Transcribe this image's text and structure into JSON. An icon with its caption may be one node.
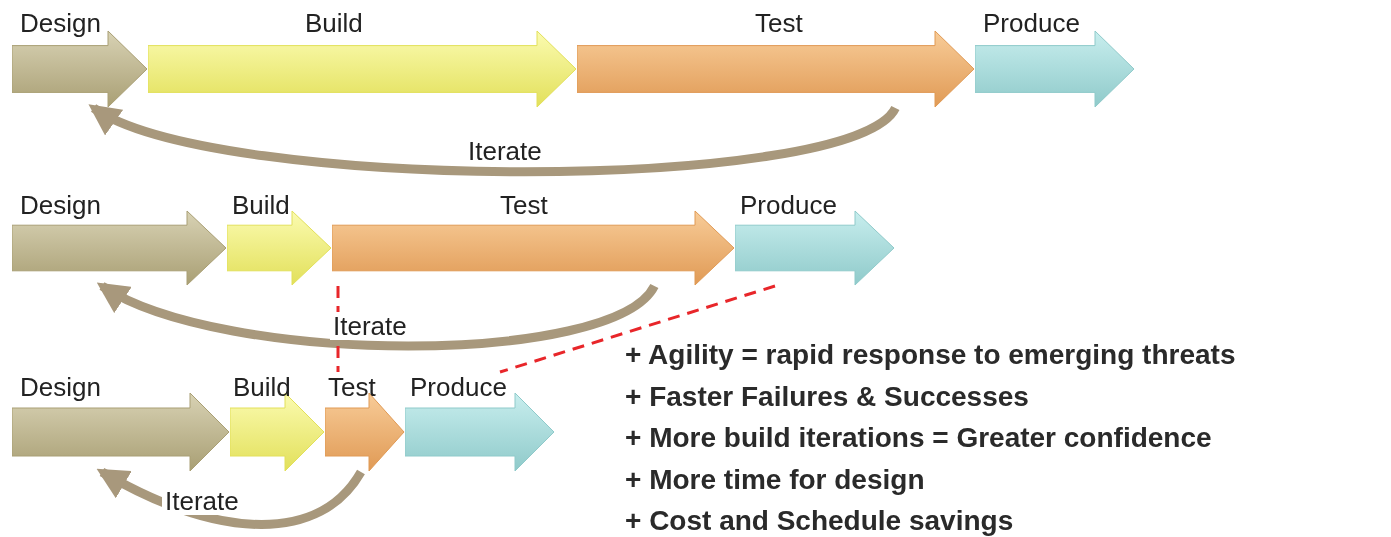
{
  "diagram": {
    "nodes": [
      {
        "text": [
          "Design"
        ]
      },
      {
        "text": [
          "Build"
        ]
      },
      {
        "text": [
          "Test"
        ]
      },
      {
        "text": [
          "Produce"
        ]
      },
      {
        "text": [
          "Design"
        ]
      },
      {
        "text": [
          "Build"
        ]
      },
      {
        "text": [
          "Test"
        ]
      },
      {
        "text": [
          "Produce"
        ]
      },
      {
        "text": [
          "Design"
        ]
      },
      {
        "text": [
          "Build"
        ]
      },
      {
        "text": [
          "Test"
        ]
      },
      {
        "text": [
          "Produce"
        ]
      }
    ],
    "edges": [
      {
        "from": 2,
        "to": 0,
        "arrow": "to",
        "label": "Iterate"
      },
      {
        "from": 6,
        "to": 4,
        "arrow": "to",
        "label": "Iterate"
      },
      {
        "from": 10,
        "to": 8,
        "arrow": "to",
        "label": "Iterate"
      },
      {
        "from": 6,
        "to": 10,
        "arrow": "none",
        "style": "dashed",
        "color": "#e8262a"
      },
      {
        "from": 7,
        "to": 11,
        "arrow": "none",
        "style": "dashed",
        "color": "#e8262a"
      }
    ],
    "labels": [
      "+ Agility = rapid response to emerging threats",
      "+ Faster Failures & Successes",
      "+ More build iterations = Greater confidence",
      "+ More time for design",
      "+ Cost and Schedule savings"
    ]
  }
}
